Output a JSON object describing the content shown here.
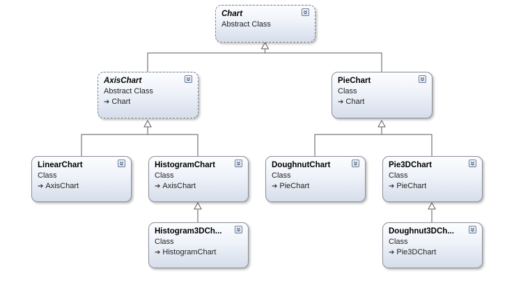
{
  "nodes": {
    "chart": {
      "title": "Chart",
      "kind": "Abstract Class",
      "base": ""
    },
    "axis_chart": {
      "title": "AxisChart",
      "kind": "Abstract Class",
      "base": "Chart"
    },
    "pie_chart": {
      "title": "PieChart",
      "kind": "Class",
      "base": "Chart"
    },
    "linear_chart": {
      "title": "LinearChart",
      "kind": "Class",
      "base": "AxisChart"
    },
    "histogram_chart": {
      "title": "HistogramChart",
      "kind": "Class",
      "base": "AxisChart"
    },
    "doughnut_chart": {
      "title": "DoughnutChart",
      "kind": "Class",
      "base": "PieChart"
    },
    "pie3d_chart": {
      "title": "Pie3DChart",
      "kind": "Class",
      "base": "PieChart"
    },
    "histogram3d_chart": {
      "title": "Histogram3DCh...",
      "kind": "Class",
      "base": "HistogramChart"
    },
    "doughnut3d_chart": {
      "title": "Doughnut3DCh...",
      "kind": "Class",
      "base": "Pie3DChart"
    }
  },
  "icons": {
    "base_arrow": "inherits-arrow-icon",
    "toggle": "collapse-chevron-icon"
  },
  "colors": {
    "line": "#5a5a5a",
    "border": "#8a8f98",
    "fill_top": "#fcfdff",
    "fill_bottom": "#d6deeb"
  }
}
